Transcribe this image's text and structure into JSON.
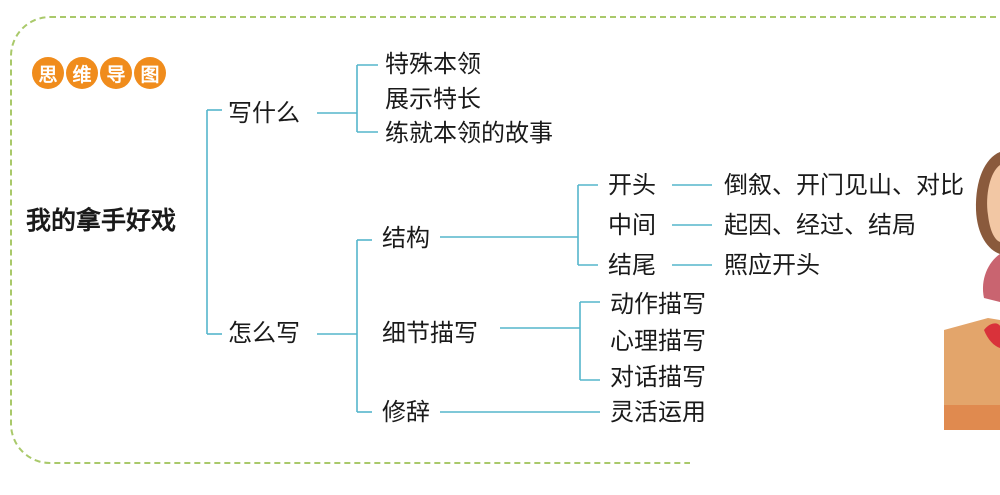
{
  "header": {
    "badge_chars": [
      "思",
      "维",
      "导",
      "图"
    ]
  },
  "mindmap": {
    "root": "我的拿手好戏",
    "what": {
      "label": "写什么",
      "items": [
        "特殊本领",
        "展示特长",
        "练就本领的故事"
      ]
    },
    "how": {
      "label": "怎么写",
      "structure": {
        "label": "结构",
        "items": [
          {
            "label": "开头",
            "detail": "倒叙、开门见山、对比"
          },
          {
            "label": "中间",
            "detail": "起因、经过、结局"
          },
          {
            "label": "结尾",
            "detail": "照应开头"
          }
        ]
      },
      "detail_writing": {
        "label": "细节描写",
        "items": [
          "动作描写",
          "心理描写",
          "对话描写"
        ]
      },
      "rhetoric": {
        "label": "修辞",
        "item": "灵活运用"
      }
    }
  },
  "colors": {
    "accent_orange": "#f08c1c",
    "line_teal": "#55b6cc",
    "border_green": "#a9c96a"
  }
}
